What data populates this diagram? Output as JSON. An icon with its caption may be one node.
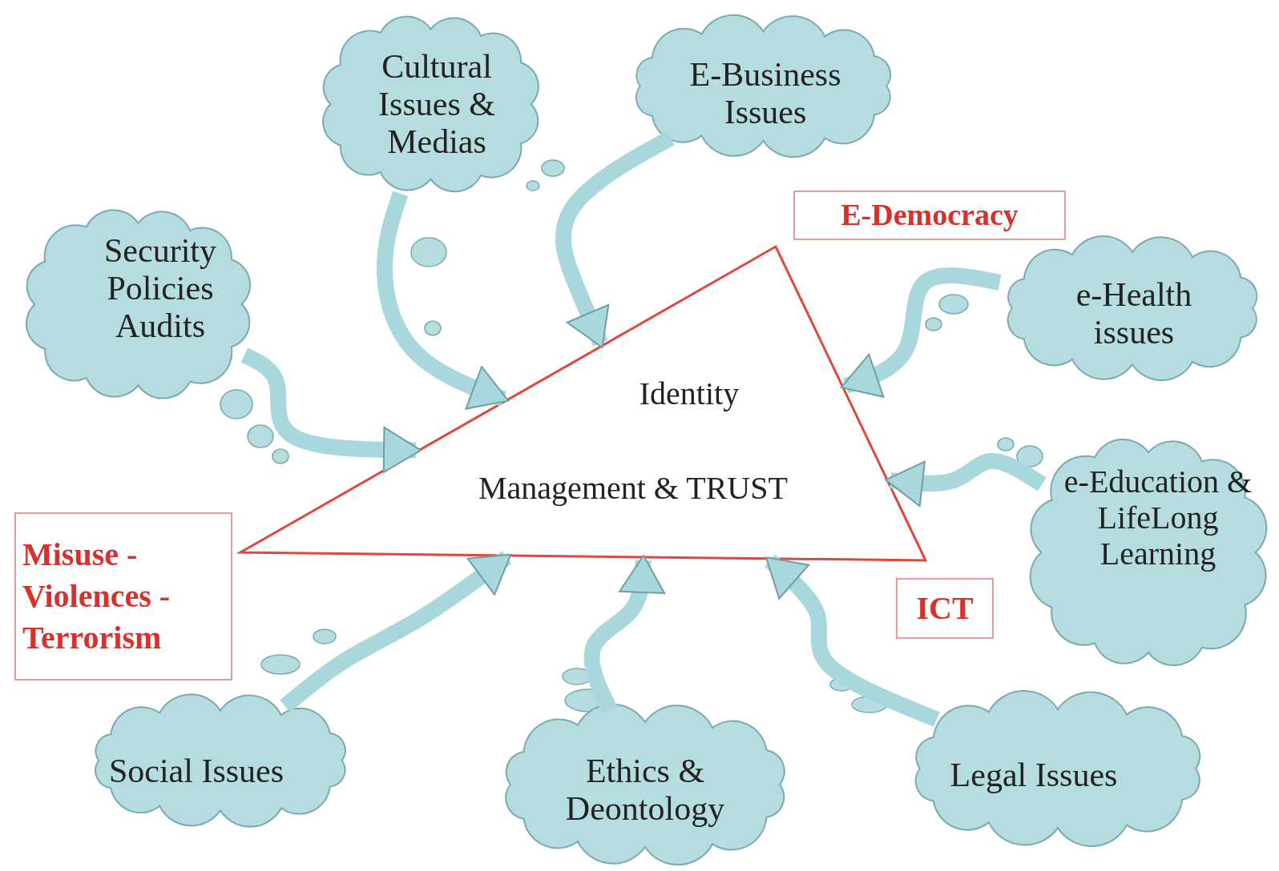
{
  "diagram": {
    "nodes": [
      {
        "text": [
          "Cultural Issues & Medias"
        ]
      },
      {
        "text": [
          "E-Business Issues"
        ]
      },
      {
        "text": [
          "E-Democracy"
        ]
      },
      {
        "text": [
          "Security Policies Audits"
        ]
      },
      {
        "text": [
          "e-Health issues"
        ]
      },
      {
        "text": [
          "Identity",
          "Management & TRUST"
        ]
      },
      {
        "text": [
          "e-Education & LifeLong Learning"
        ]
      },
      {
        "text": [
          "Misuse - Violences - Terrorism"
        ]
      },
      {
        "text": [
          "ICT"
        ]
      },
      {
        "text": [
          "Social Issues"
        ]
      },
      {
        "text": [
          "Ethics & Deontology"
        ]
      },
      {
        "text": [
          "Legal Issues"
        ]
      }
    ],
    "edges": [
      {
        "from": 3,
        "to": 5,
        "arrow": "to"
      },
      {
        "from": 0,
        "to": 5,
        "arrow": "to"
      },
      {
        "from": 1,
        "to": 5,
        "arrow": "to"
      },
      {
        "from": 4,
        "to": 5,
        "arrow": "to"
      },
      {
        "from": 6,
        "to": 5,
        "arrow": "to"
      },
      {
        "from": 9,
        "to": 5,
        "arrow": "to"
      },
      {
        "from": 10,
        "to": 5,
        "arrow": "to"
      },
      {
        "from": 11,
        "to": 5,
        "arrow": "to"
      }
    ]
  }
}
